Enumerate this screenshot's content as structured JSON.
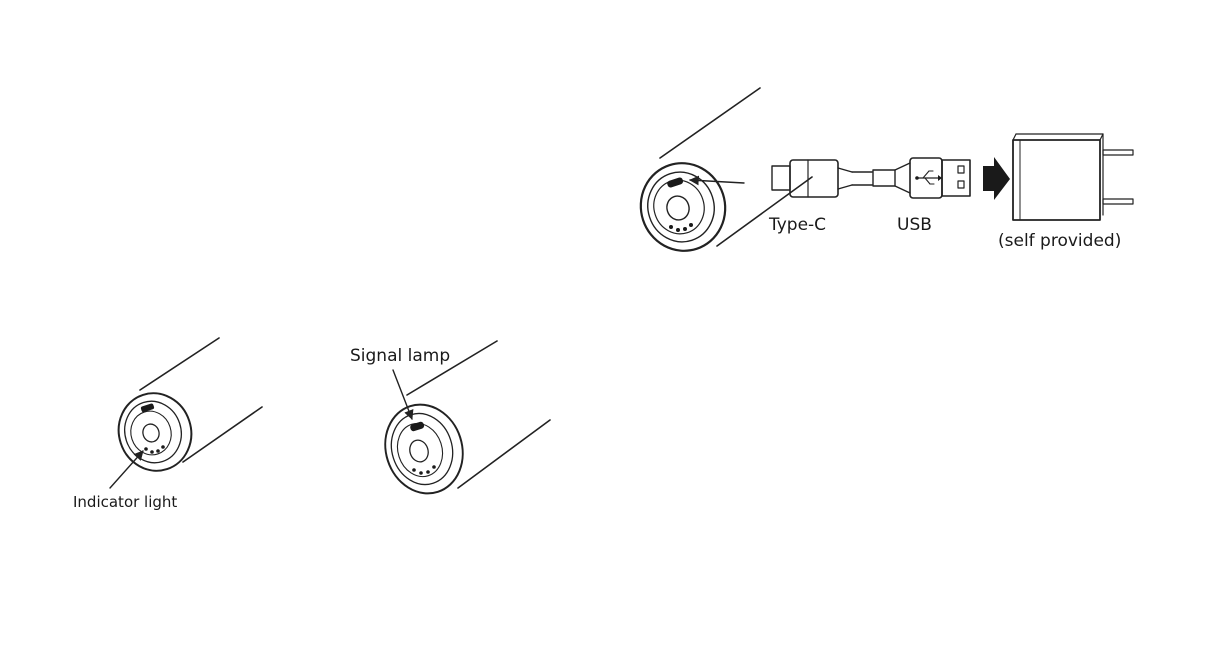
{
  "labels": {
    "type_c": "Type-C",
    "usb": "USB",
    "adapter": "(self provided)",
    "indicator": "Indicator light",
    "signal": "Signal lamp"
  },
  "colors": {
    "stroke": "#222222",
    "fill_dark": "#1a1a1a",
    "background": "#ffffff"
  },
  "icons": {
    "usb_symbol": "usb-icon",
    "arrow": "arrow-right-icon"
  }
}
